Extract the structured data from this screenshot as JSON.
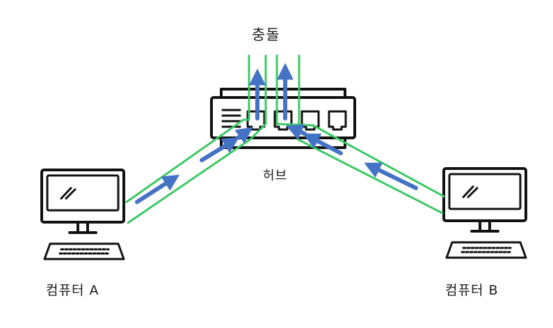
{
  "labels": {
    "collision": "충돌",
    "hub": "허브",
    "computer_a": "컴퓨터 A",
    "computer_b": "컴퓨터 B"
  },
  "icons": {
    "hub": "network-hub-icon",
    "computer_a": "desktop-computer-icon",
    "computer_b": "desktop-computer-icon"
  },
  "colors": {
    "signal_path": "#3cc864",
    "data_arrow": "#4472c4",
    "line_art": "#111111"
  }
}
